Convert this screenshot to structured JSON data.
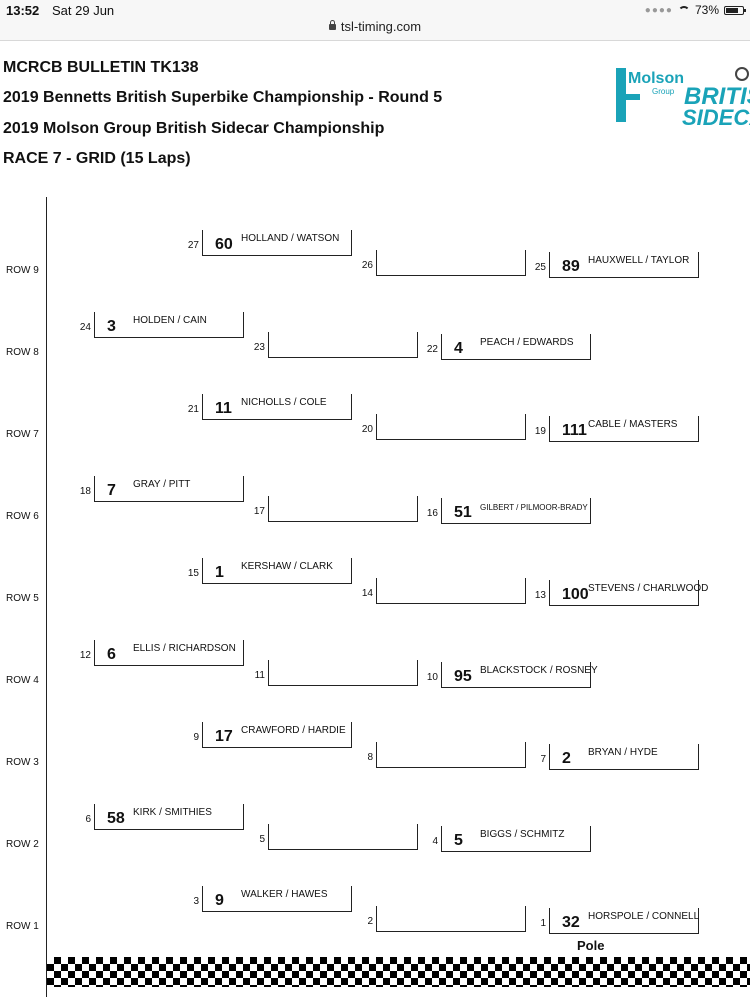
{
  "status": {
    "time": "13:52",
    "date": "Sat 29 Jun",
    "url": "tsl-timing.com",
    "battery": "73%"
  },
  "header": {
    "line1": "MCRCB BULLETIN TK138",
    "line2": "2019 Bennetts British Superbike Championship - Round 5",
    "line3": "2019 Molson Group British Sidecar Championship",
    "line4": "RACE 7 - GRID (15 Laps)"
  },
  "logo": {
    "word1": "Molson",
    "word2": "Group",
    "word3": "BRITISH",
    "word4": "SIDECAR",
    "color": "#1aa3b8"
  },
  "rows": [
    "ROW 9",
    "ROW 8",
    "ROW 7",
    "ROW 6",
    "ROW 5",
    "ROW 4",
    "ROW 3",
    "ROW 2",
    "ROW 1"
  ],
  "grid": [
    {
      "pos": "27",
      "num": "60",
      "name": "HOLLAND / WATSON"
    },
    {
      "pos": "26",
      "num": "",
      "name": ""
    },
    {
      "pos": "25",
      "num": "89",
      "name": "HAUXWELL / TAYLOR"
    },
    {
      "pos": "24",
      "num": "3",
      "name": "HOLDEN / CAIN"
    },
    {
      "pos": "23",
      "num": "",
      "name": ""
    },
    {
      "pos": "22",
      "num": "4",
      "name": "PEACH / EDWARDS"
    },
    {
      "pos": "21",
      "num": "11",
      "name": "NICHOLLS / COLE"
    },
    {
      "pos": "20",
      "num": "",
      "name": ""
    },
    {
      "pos": "19",
      "num": "111",
      "name": "CABLE / MASTERS"
    },
    {
      "pos": "18",
      "num": "7",
      "name": "GRAY / PITT"
    },
    {
      "pos": "17",
      "num": "",
      "name": ""
    },
    {
      "pos": "16",
      "num": "51",
      "name": "GILBERT / PILMOOR-BRADY"
    },
    {
      "pos": "15",
      "num": "1",
      "name": "KERSHAW / CLARK"
    },
    {
      "pos": "14",
      "num": "",
      "name": ""
    },
    {
      "pos": "13",
      "num": "100",
      "name": "STEVENS / CHARLWOOD"
    },
    {
      "pos": "12",
      "num": "6",
      "name": "ELLIS / RICHARDSON"
    },
    {
      "pos": "11",
      "num": "",
      "name": ""
    },
    {
      "pos": "10",
      "num": "95",
      "name": "BLACKSTOCK / ROSNEY"
    },
    {
      "pos": "9",
      "num": "17",
      "name": "CRAWFORD / HARDIE"
    },
    {
      "pos": "8",
      "num": "",
      "name": ""
    },
    {
      "pos": "7",
      "num": "2",
      "name": "BRYAN / HYDE"
    },
    {
      "pos": "6",
      "num": "58",
      "name": "KIRK / SMITHIES"
    },
    {
      "pos": "5",
      "num": "",
      "name": ""
    },
    {
      "pos": "4",
      "num": "5",
      "name": "BIGGS / SCHMITZ"
    },
    {
      "pos": "3",
      "num": "9",
      "name": "WALKER / HAWES"
    },
    {
      "pos": "2",
      "num": "",
      "name": ""
    },
    {
      "pos": "1",
      "num": "32",
      "name": "HORSPOLE / CONNELL"
    }
  ],
  "pole_label": "Pole"
}
